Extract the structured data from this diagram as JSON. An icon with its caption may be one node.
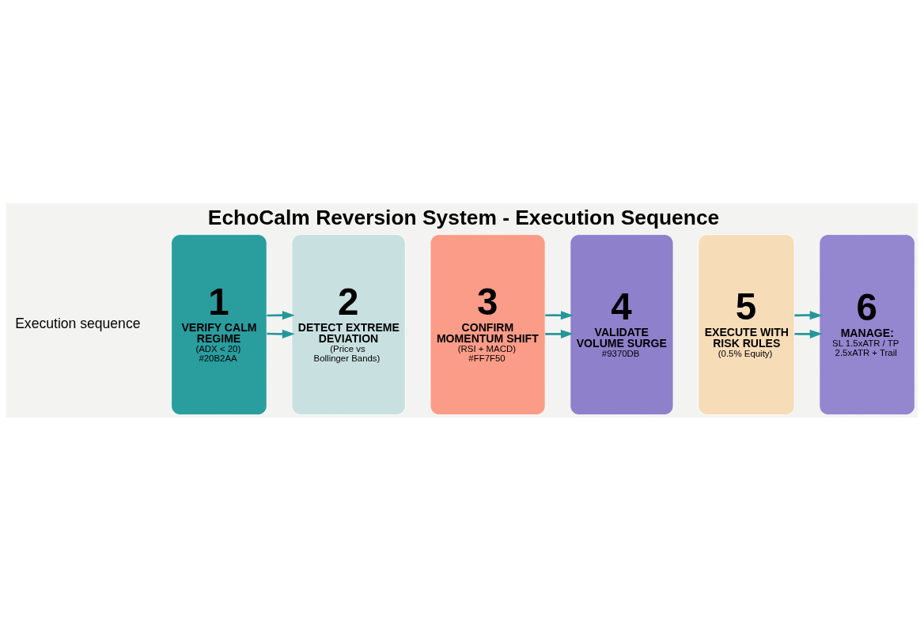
{
  "diagram": {
    "title": "EchoCalm Reversion System - Execution Sequence",
    "nodes": [
      {
        "text": [
          "1",
          "VERIFY CALM REGIME",
          "(ADX < 20)",
          "#20B2AA"
        ]
      },
      {
        "text": [
          "2",
          "DETECT EXTREME DEVIATION",
          "(Price vs Bollinger Bands)"
        ]
      },
      {
        "text": [
          "3",
          "CONFIRM MOMENTUM SHIFT",
          "(RSI + MACD)",
          "#FF7F50"
        ]
      },
      {
        "text": [
          "4",
          "VALIDATE VOLUME SURGE",
          "#9370DB"
        ]
      },
      {
        "text": [
          "5",
          "EXECUTE WITH RISK RULES",
          "(0.5% Equity)"
        ]
      },
      {
        "text": [
          "6",
          "MANAGE:",
          "SL 1.5xATR / TP 2.5xATR + Trail"
        ]
      }
    ],
    "edges": [
      {
        "from": 0,
        "to": 1,
        "arrow": "to"
      },
      {
        "from": 0,
        "to": 1,
        "arrow": "to"
      },
      {
        "from": 2,
        "to": 3,
        "arrow": "to"
      },
      {
        "from": 2,
        "to": 3,
        "arrow": "to"
      },
      {
        "from": 4,
        "to": 5,
        "arrow": "to"
      },
      {
        "from": 4,
        "to": 5,
        "arrow": "to"
      }
    ],
    "labels": [
      "Execution sequence"
    ]
  }
}
